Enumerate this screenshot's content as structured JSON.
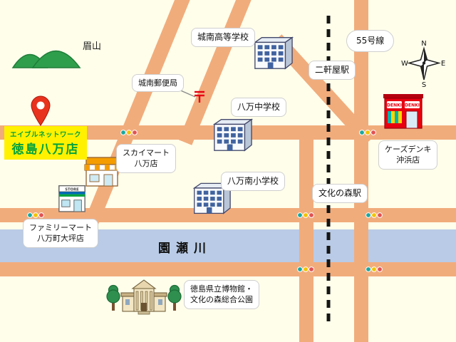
{
  "colors": {
    "bg": "#fffeeb",
    "road": "#f1ac7c",
    "river": "#b9cbe6",
    "rail": "#151515",
    "label_bg": "#ffffff",
    "highlight_bg": "#fff100",
    "highlight_text": "#00a23c",
    "pin": "#e8321e",
    "mountain_green": "#2f9e4c",
    "denki_red": "#e8000f",
    "signal_teal": "#1ba8a0",
    "signal_yellow": "#f2c300",
    "signal_red": "#e25353"
  },
  "map": {
    "mountain": "眉山",
    "river": "園瀬川",
    "route": "55号線"
  },
  "store_pin": {
    "brand": "エイブルネットワーク",
    "name": "徳島八万店"
  },
  "labels": {
    "high_school": "城南高等学校",
    "post_office": "城南郵便局",
    "station_nikenya": "二軒屋駅",
    "junior_high_school": "八万中学校",
    "skymart_line1": "スカイマート",
    "skymart_line2": "八万店",
    "elementary_school": "八万南小学校",
    "ks_denki_line1": "ケーズデンキ",
    "ks_denki_line2": "沖浜店",
    "station_bunkanomori": "文化の森駅",
    "familymart_line1": "ファミリーマート",
    "familymart_line2": "八万町大坪店",
    "museum_line1": "徳島県立博物館・",
    "museum_line2": "文化の森総合公園"
  },
  "compass": {
    "n": "N",
    "e": "E",
    "s": "S",
    "w": "W"
  },
  "signs": {
    "denki": "DENKI",
    "store": "STORE"
  }
}
